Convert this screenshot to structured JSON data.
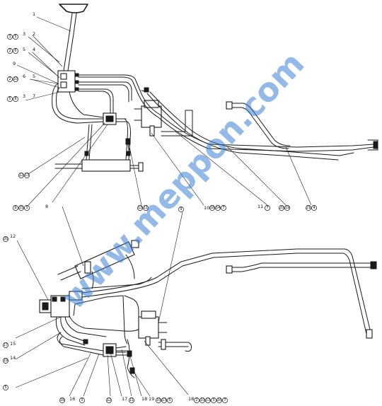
{
  "diagram": {
    "watermark": "www.meppon.com",
    "numeral_labels": [
      "1",
      "2",
      "3",
      "4",
      "5",
      "6",
      "5",
      "3",
      "7",
      "9",
      "8",
      "10",
      "11",
      "12",
      "15",
      "14",
      "16",
      "17",
      "18",
      "19",
      "18"
    ],
    "callout_circles": [
      "3",
      "5",
      "2",
      "6",
      "2",
      "10",
      "5",
      "8",
      "12",
      "13",
      "9",
      "15",
      "3",
      "13",
      "11",
      "16",
      "14",
      "7",
      "7",
      "20",
      "19",
      "21",
      "4",
      "20",
      "9",
      "17",
      "19",
      "5",
      "16",
      "3",
      "12",
      "11",
      "10",
      "13"
    ]
  }
}
